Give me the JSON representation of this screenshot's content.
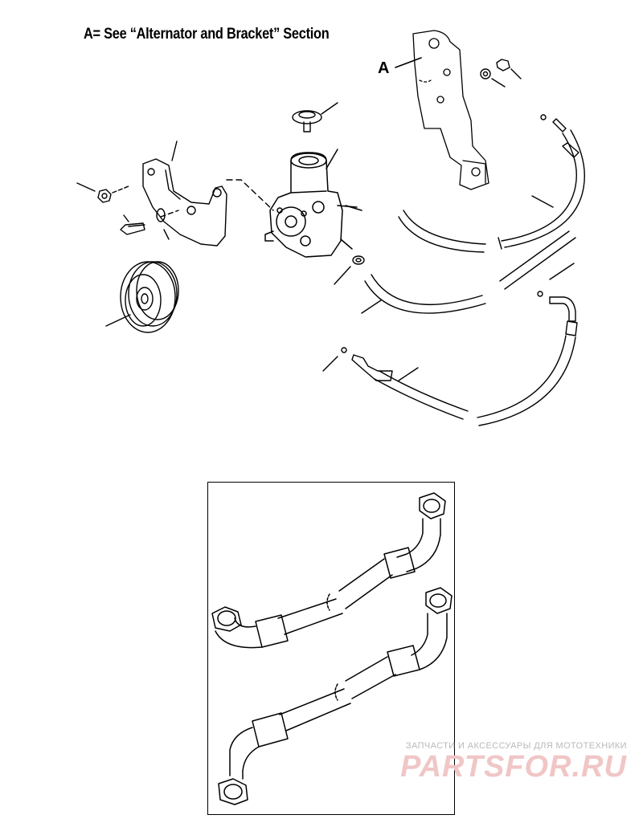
{
  "header": {
    "title": "A= See “Alternator and Bracket” Section"
  },
  "callouts": {
    "bracket_ref": "A"
  },
  "watermark": {
    "subtitle": "ЗАПЧАСТИ И АКСЕССУАРЫ ДЛЯ МОТОТЕХНИКИ",
    "brand": "PARTSFOR.RU"
  },
  "colors": {
    "line": "#000000",
    "background": "#ffffff",
    "watermark_brand": "#f0c6c6",
    "watermark_text": "#b9b9b9"
  }
}
